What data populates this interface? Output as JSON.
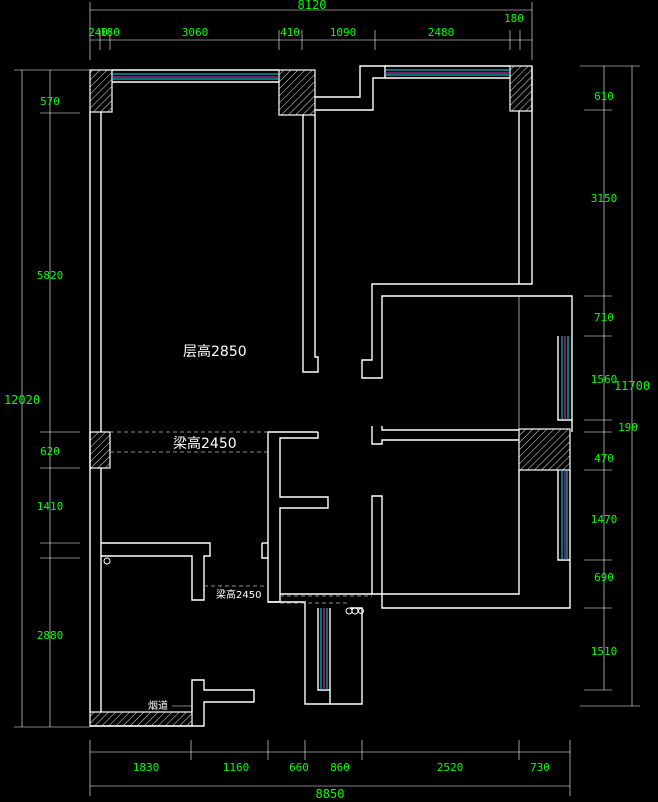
{
  "plan": {
    "floor_height_label": "层高2850",
    "beam_label_main": "梁高2450",
    "beam_label_small": "梁高2450",
    "flue_label": "烟道"
  },
  "dimensions": {
    "top_total": "8120",
    "top_segments": [
      "240",
      "180",
      "3060",
      "410",
      "1090",
      "2480",
      "180"
    ],
    "bottom_total": "8850",
    "bottom_segments": [
      "1830",
      "1160",
      "660",
      "860",
      "2520",
      "730"
    ],
    "left_total": "12020",
    "left_segments": [
      "570",
      "5820",
      "620",
      "1410",
      "2880"
    ],
    "right_total": "11700",
    "right_segments": [
      "610",
      "3150",
      "710",
      "1560",
      "190",
      "470",
      "1470",
      "690",
      "1510"
    ]
  },
  "colors": {
    "background": "#000000",
    "dimension_text": "#00ff00",
    "walls": "#ffffff",
    "window_cyan": "#00e6e6",
    "window_magenta": "#ff33cc"
  }
}
